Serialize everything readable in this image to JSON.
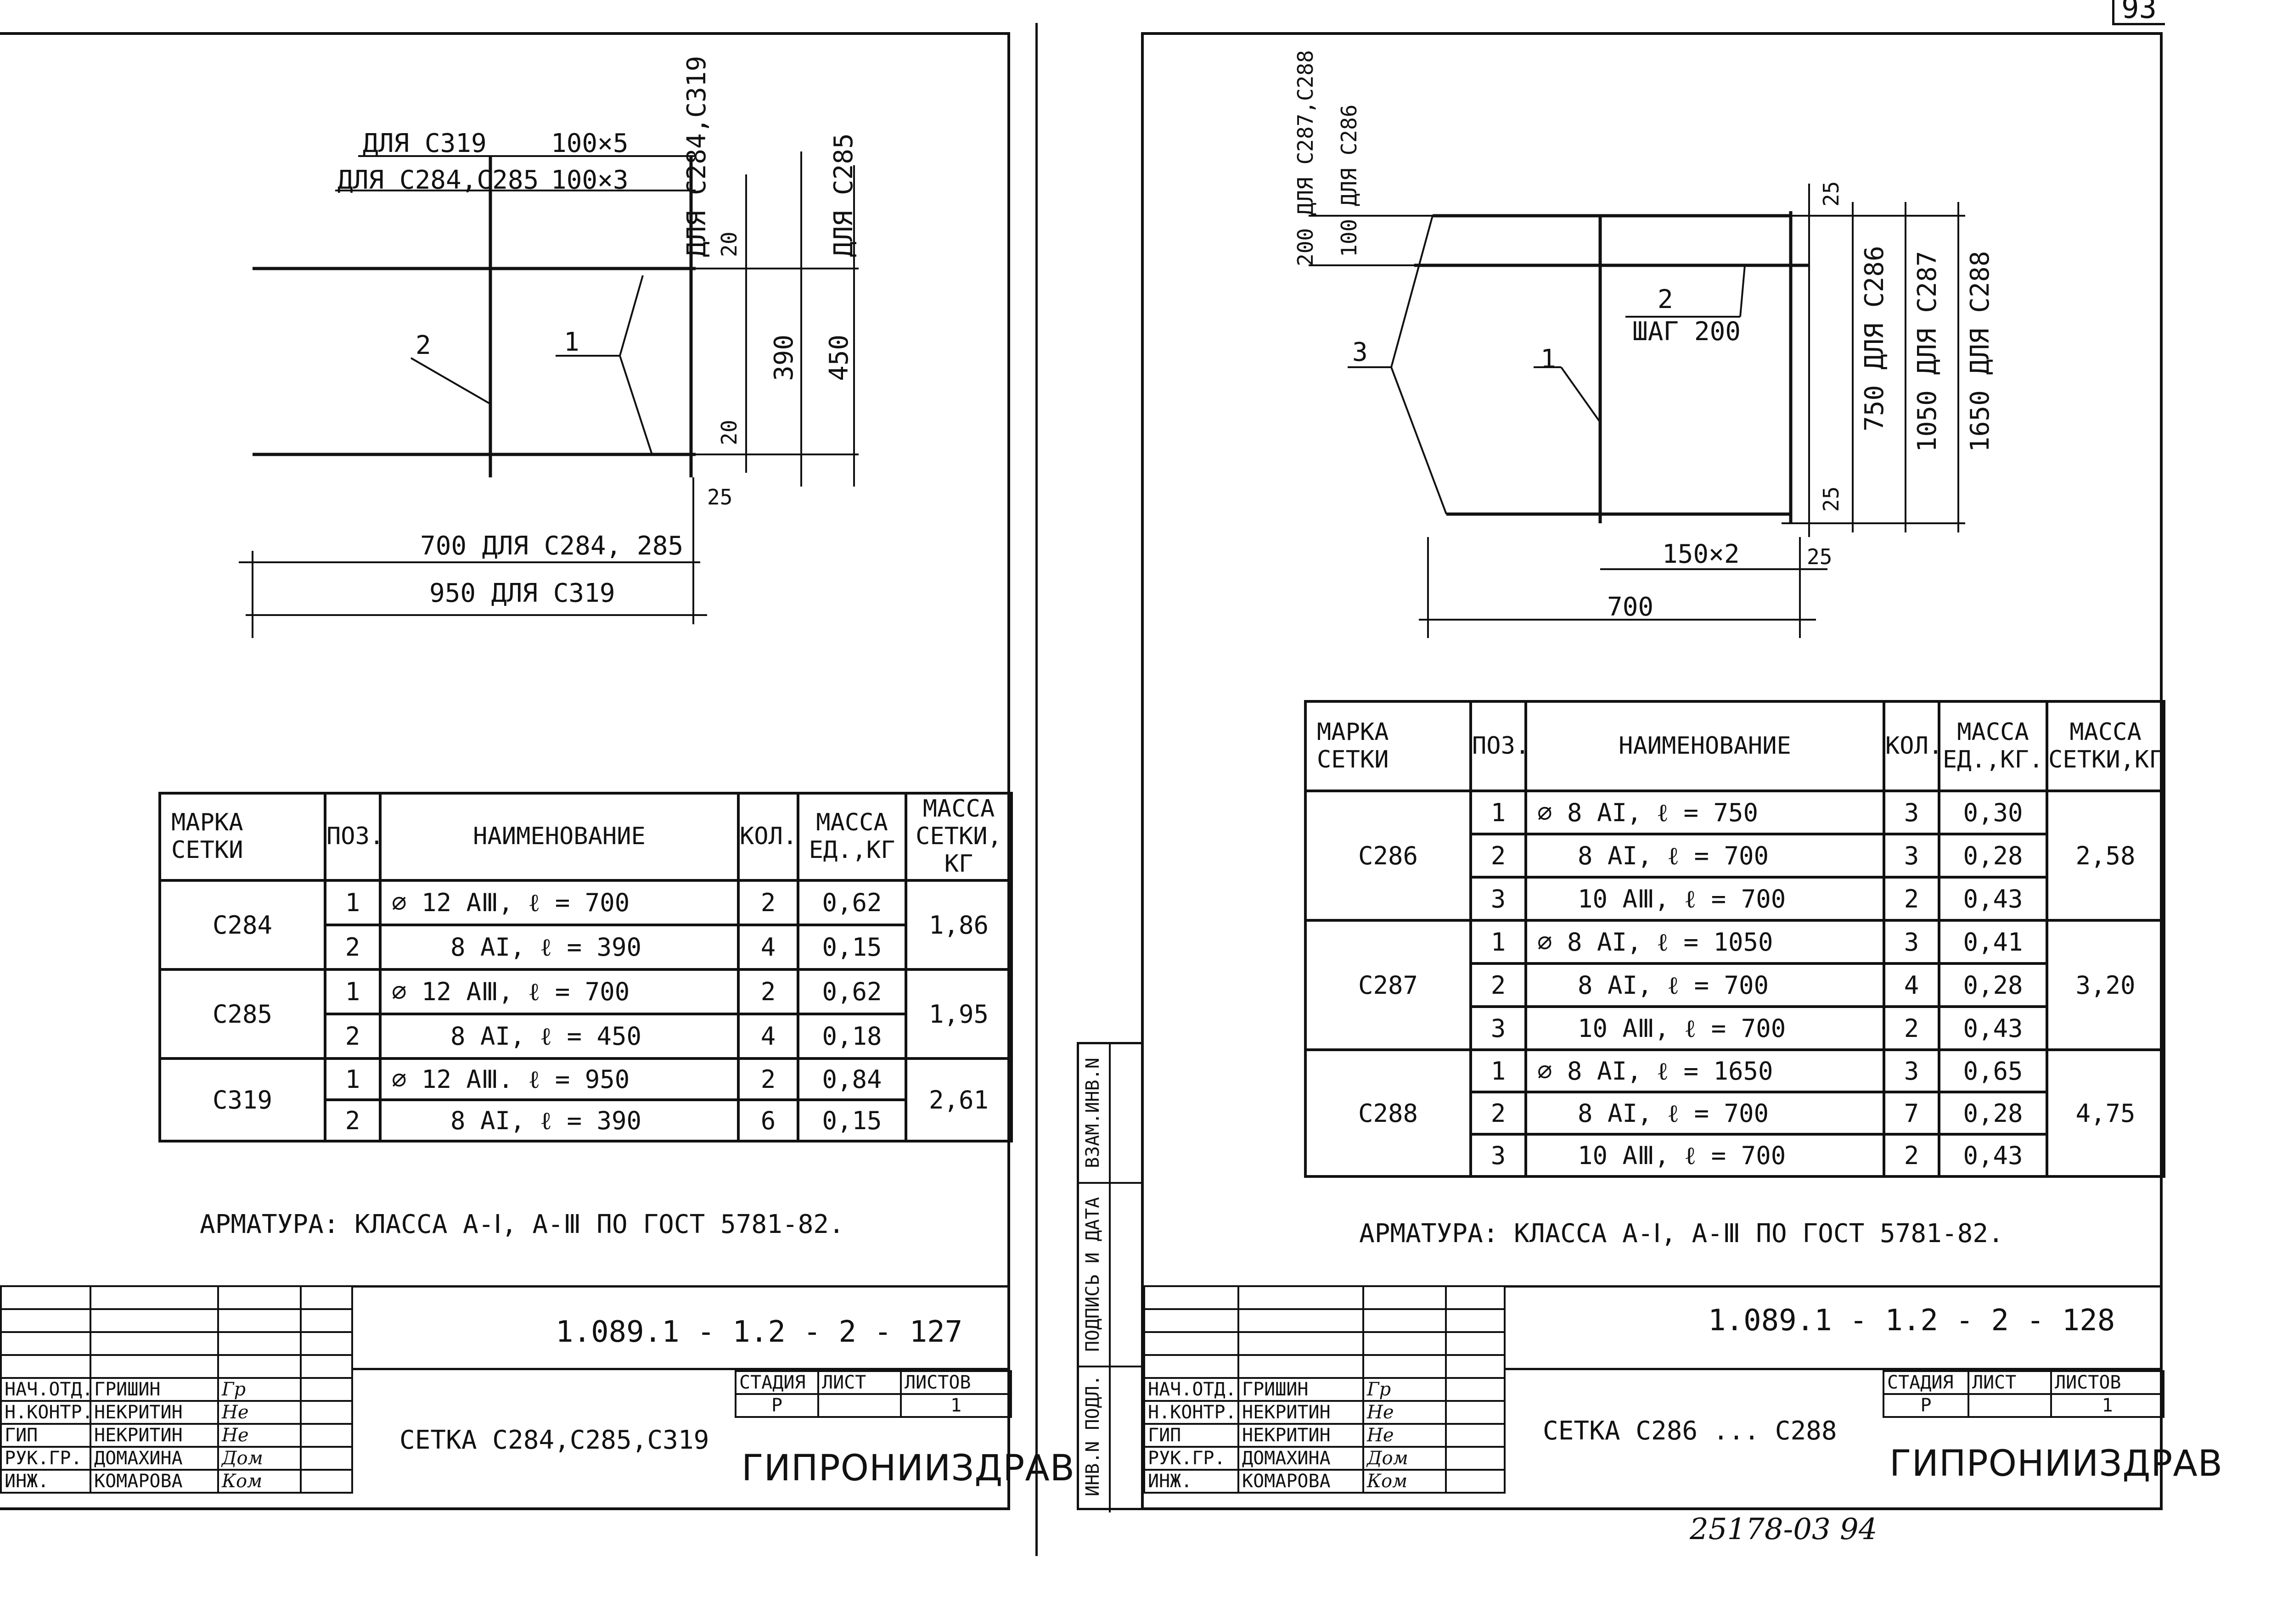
{
  "page_number": "93",
  "left_sheet": {
    "drawing": {
      "dims_top": [
        {
          "prefix": "ДЛЯ С319",
          "value": "100×5"
        },
        {
          "prefix": "ДЛЯ С284,С285",
          "value": "100×3"
        }
      ],
      "vertical_for_1": "ДЛЯ С284,С319",
      "vertical_for_2": "ДЛЯ С285",
      "dim_20_top": "20",
      "dim_20_bottom": "20",
      "dim_390": "390",
      "dim_450": "450",
      "dim_25": "25",
      "dim_700": "700 ДЛЯ С284, 285",
      "dim_950": "950 ДЛЯ С319",
      "pos_2": "2",
      "pos_1": "1"
    },
    "spec_table": {
      "headers": [
        "МАРКА СЕТКИ",
        "ПОЗ.",
        "НАИМЕНОВАНИЕ",
        "КОЛ.",
        "МАССА ЕД.,КГ",
        "МАССА СЕТКИ, КГ"
      ],
      "groups": [
        {
          "mark": "С284",
          "mass_total": "1,86",
          "rows": [
            {
              "pos": "1",
              "name": "∅ 12 АⅢ,   ℓ = 700",
              "qty": "2",
              "mass": "0,62"
            },
            {
              "pos": "2",
              "name": "8 АI,    ℓ = 390",
              "qty": "4",
              "mass": "0,15"
            }
          ]
        },
        {
          "mark": "С285",
          "mass_total": "1,95",
          "rows": [
            {
              "pos": "1",
              "name": "∅ 12 АⅢ,   ℓ = 700",
              "qty": "2",
              "mass": "0,62"
            },
            {
              "pos": "2",
              "name": "8 АI,    ℓ = 450",
              "qty": "4",
              "mass": "0,18"
            }
          ]
        },
        {
          "mark": "С319",
          "mass_total": "2,61",
          "rows": [
            {
              "pos": "1",
              "name": "∅ 12 АⅢ.   ℓ = 950",
              "qty": "2",
              "mass": "0,84"
            },
            {
              "pos": "2",
              "name": "8 АI,    ℓ = 390",
              "qty": "6",
              "mass": "0,15"
            }
          ]
        }
      ]
    },
    "note": "АРМАТУРА:  КЛАССА   А-Ⅰ,  А-Ⅲ  ПО  ГОСТ 5781-82.",
    "title_block": {
      "code": "1.089.1 - 1.2 - 2 - 127",
      "title": "СЕТКА  С284,С285,С319",
      "stage_headers": [
        "СТАДИЯ",
        "ЛИСТ",
        "ЛИСТОВ"
      ],
      "stage_values": [
        "Р",
        "",
        "1"
      ],
      "org": "ГИПРОНИИЗДРАВ",
      "staff": [
        {
          "role": "НАЧ.ОТД.",
          "name": "ГРИШИН",
          "sig": "Гр"
        },
        {
          "role": "Н.КОНТР.",
          "name": "НЕКРИТИН",
          "sig": "Не"
        },
        {
          "role": "ГИП",
          "name": "НЕКРИТИН",
          "sig": "Не"
        },
        {
          "role": "РУК.ГР.",
          "name": "ДОМАХИНА",
          "sig": "Дом"
        },
        {
          "role": "ИНЖ.",
          "name": "КОМАРОВА",
          "sig": "Ком"
        }
      ]
    }
  },
  "right_sheet": {
    "drawing": {
      "v_label_1": "200  ДЛЯ С287,С288",
      "v_label_2": "100  ДЛЯ С286",
      "dim_25_top": "25",
      "dim_25_bottom": "25",
      "dim_25_right": "25",
      "pos_2": "2",
      "step": "ШАГ 200",
      "pos_1": "1",
      "pos_3": "3",
      "h_750": "750  ДЛЯ С286",
      "h_1050": "1050  ДЛЯ С287",
      "h_1650": "1650  ДЛЯ С288",
      "dim_150": "150×2",
      "dim_700": "700"
    },
    "spec_table": {
      "headers": [
        "МАРКА СЕТКИ",
        "ПОЗ.",
        "НАИМЕНОВАНИЕ",
        "КОЛ.",
        "МАССА ЕД.,КГ.",
        "МАССА СЕТКИ,КГ"
      ],
      "groups": [
        {
          "mark": "С286",
          "mass_total": "2,58",
          "rows": [
            {
              "pos": "1",
              "name": "∅ 8 АI,    ℓ = 750",
              "qty": "3",
              "mass": "0,30"
            },
            {
              "pos": "2",
              "name": "8 АI,    ℓ = 700",
              "qty": "3",
              "mass": "0,28"
            },
            {
              "pos": "3",
              "name": "10 АⅢ,   ℓ = 700",
              "qty": "2",
              "mass": "0,43"
            }
          ]
        },
        {
          "mark": "С287",
          "mass_total": "3,20",
          "rows": [
            {
              "pos": "1",
              "name": "∅ 8 АI,    ℓ = 1050",
              "qty": "3",
              "mass": "0,41"
            },
            {
              "pos": "2",
              "name": "8 АI,    ℓ = 700",
              "qty": "4",
              "mass": "0,28"
            },
            {
              "pos": "3",
              "name": "10 АⅢ,   ℓ = 700",
              "qty": "2",
              "mass": "0,43"
            }
          ]
        },
        {
          "mark": "С288",
          "mass_total": "4,75",
          "rows": [
            {
              "pos": "1",
              "name": "∅ 8 АI,    ℓ = 1650",
              "qty": "3",
              "mass": "0,65"
            },
            {
              "pos": "2",
              "name": "8 АI,    ℓ = 700",
              "qty": "7",
              "mass": "0,28"
            },
            {
              "pos": "3",
              "name": "10 АⅢ,   ℓ = 700",
              "qty": "2",
              "mass": "0,43"
            }
          ]
        }
      ]
    },
    "note": "АРМАТУРА:  КЛАССА   А-Ⅰ,  А-Ⅲ  ПО  ГОСТ 5781-82.",
    "side_stamp": [
      "ИНВ.N ПОДЛ.",
      "ПОДПИСЬ И ДАТА",
      "ВЗАМ.ИНВ.N"
    ],
    "title_block": {
      "code": "1.089.1 - 1.2 - 2 - 128",
      "title": "СЕТКА  С286 ... С288",
      "stage_headers": [
        "СТАДИЯ",
        "ЛИСТ",
        "ЛИСТОВ"
      ],
      "stage_values": [
        "Р",
        "",
        "1"
      ],
      "org": "ГИПРОНИИЗДРАВ",
      "staff": [
        {
          "role": "НАЧ.ОТД.",
          "name": "ГРИШИН",
          "sig": "Гр"
        },
        {
          "role": "Н.КОНТР.",
          "name": "НЕКРИТИН",
          "sig": "Не"
        },
        {
          "role": "ГИП",
          "name": "НЕКРИТИН",
          "sig": "Не"
        },
        {
          "role": "РУК.ГР.",
          "name": "ДОМАХИНА",
          "sig": "Дом"
        },
        {
          "role": "ИНЖ.",
          "name": "КОМАРОВА",
          "sig": "Ком"
        }
      ]
    },
    "archive_number": "25178-03   94"
  }
}
